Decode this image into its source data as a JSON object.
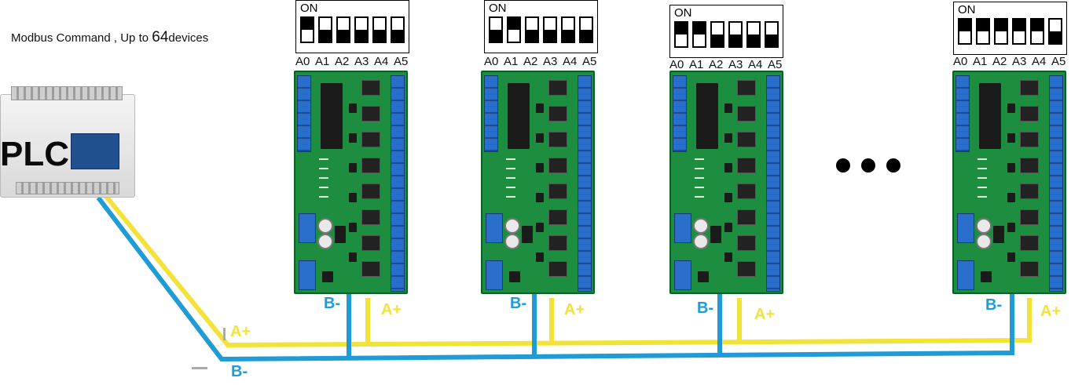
{
  "caption": {
    "text": "Modbus Command , Up to ",
    "count": "64",
    "suffix": "devices"
  },
  "plc": {
    "label": "PLC"
  },
  "dip": {
    "on_label": "ON",
    "address_labels": [
      "A0",
      "A1",
      "A2",
      "A3",
      "A4",
      "A5"
    ],
    "devices": [
      {
        "switches": [
          "up",
          "down",
          "down",
          "down",
          "down",
          "down"
        ]
      },
      {
        "switches": [
          "down",
          "up",
          "down",
          "down",
          "down",
          "down"
        ]
      },
      {
        "switches": [
          "up",
          "up",
          "down",
          "down",
          "down",
          "down"
        ]
      },
      {
        "switches": [
          "up",
          "up",
          "up",
          "up",
          "up",
          "down"
        ]
      }
    ]
  },
  "bus": {
    "b_label": "B-",
    "a_label": "A+",
    "main_a_label": "A+",
    "main_b_label": "B-",
    "colors": {
      "a": "#f2e23a",
      "b": "#1f9bd6"
    }
  },
  "ellipsis": "..."
}
